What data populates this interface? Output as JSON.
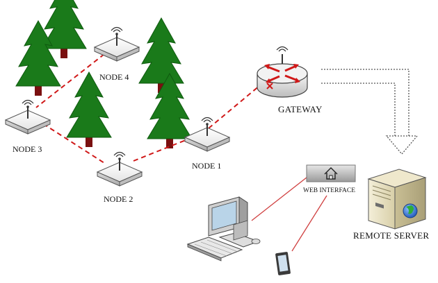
{
  "labels": {
    "node1": "NODE 1",
    "node2": "NODE 2",
    "node3": "NODE 3",
    "node4": "NODE 4",
    "gateway": "GATEWAY",
    "web_interface": "WEB INTERFACE",
    "remote_server": "REMOTE SERVER"
  },
  "colors": {
    "tree_foliage": "#1a7a1a",
    "tree_trunk": "#7a1010",
    "mesh_link": "#d01818",
    "client_link": "#d04040",
    "router_arrows": "#d01818",
    "uplink_arrow": "#555555",
    "globe": "#2a6fd6"
  },
  "icons": {
    "trees": "tree-icon",
    "nodes": "wireless-sensor-node-icon",
    "gateway": "router-icon",
    "server": "server-icon",
    "web": "home-icon",
    "desktop": "desktop-computer-icon",
    "tablet": "tablet-icon"
  }
}
